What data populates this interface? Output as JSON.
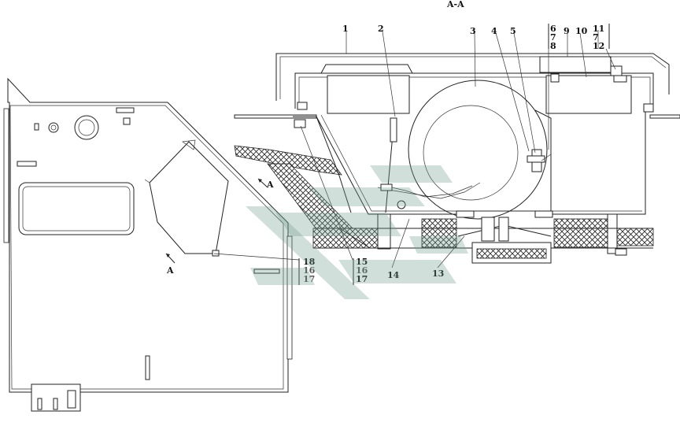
{
  "section_title": "A-A",
  "section_marks": [
    "A",
    "A"
  ],
  "callouts": [
    "1",
    "2",
    "3",
    "4",
    "5",
    "6",
    "7",
    "8",
    "9",
    "10",
    "11",
    "7",
    "12",
    "13",
    "14",
    "15",
    "16",
    "17",
    "18",
    "16",
    "17"
  ]
}
